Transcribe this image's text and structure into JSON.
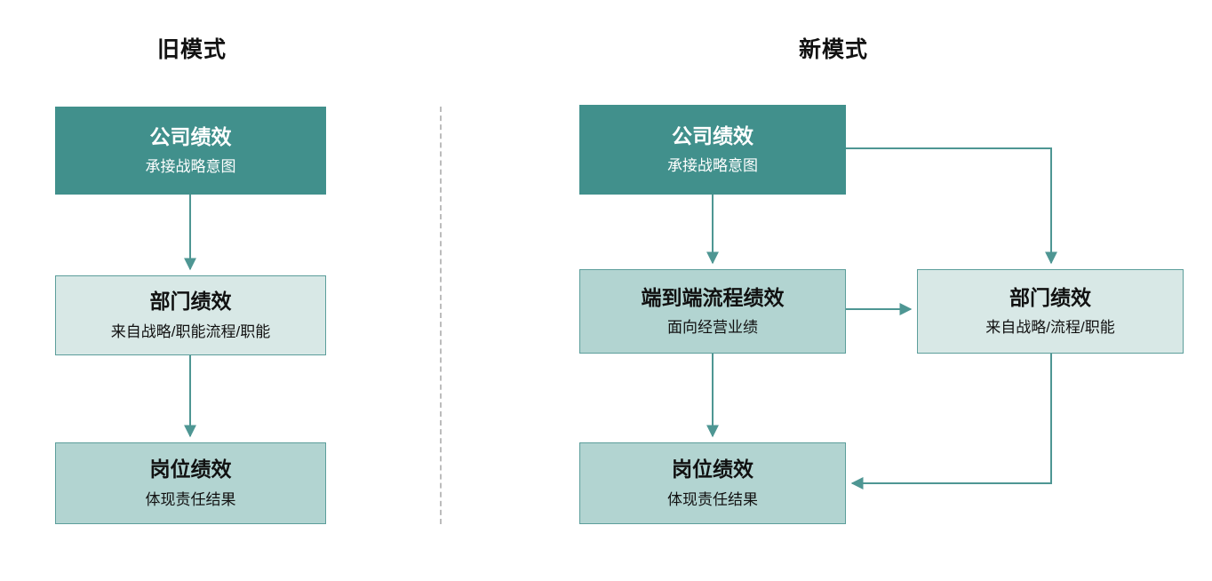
{
  "diagram": {
    "title_old": "旧模式",
    "title_new": "新模式",
    "accent_dark": "#41908c",
    "accent_mid": "#b2d4d1",
    "accent_light": "#d8e8e6",
    "border_color": "#5c9e9b",
    "connector_color": "#4e9693",
    "divider_color": "#bcbcbc"
  },
  "old_model": {
    "company": {
      "title": "公司绩效",
      "subtitle": "承接战略意图"
    },
    "department": {
      "title": "部门绩效",
      "subtitle": "来自战略/职能流程/职能"
    },
    "position": {
      "title": "岗位绩效",
      "subtitle": "体现责任结果"
    }
  },
  "new_model": {
    "company": {
      "title": "公司绩效",
      "subtitle": "承接战略意图"
    },
    "process": {
      "title": "端到端流程绩效",
      "subtitle": "面向经营业绩"
    },
    "department": {
      "title": "部门绩效",
      "subtitle": "来自战略/流程/职能"
    },
    "position": {
      "title": "岗位绩效",
      "subtitle": "体现责任结果"
    }
  }
}
